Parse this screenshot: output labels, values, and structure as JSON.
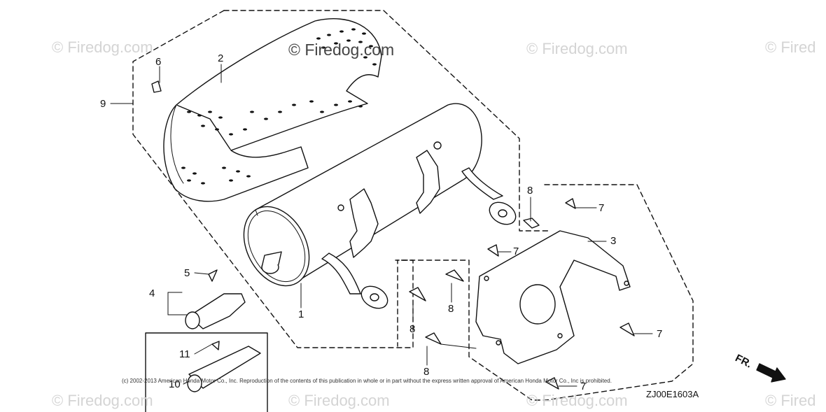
{
  "watermark": {
    "main": "© Firedog.com",
    "tl": "© Firedog.com",
    "tr": "© Firedog.com",
    "edge_top": "© Fired",
    "bl": "© Firedog.com",
    "bm": "© Firedog.com",
    "br": "© Firedog.com",
    "edge_bottom": "© Fired"
  },
  "callouts": {
    "c1": "1",
    "c2": "2",
    "c3": "3",
    "c4": "4",
    "c5": "5",
    "c6": "6",
    "c7a": "7",
    "c7b": "7",
    "c7c": "7",
    "c7d": "7",
    "c8a": "8",
    "c8b": "8",
    "c8c": "8",
    "c8d": "8",
    "c9": "9",
    "c10": "10",
    "c11": "11"
  },
  "copyright": "(c) 2002-2013 American Honda Motor Co., Inc. Reproduction of the contents of this publication in whole or in part without the express written approval of American Honda Motor Co., Inc is prohibited.",
  "diagram_code": "ZJ00E1603A",
  "direction_label": "FR."
}
